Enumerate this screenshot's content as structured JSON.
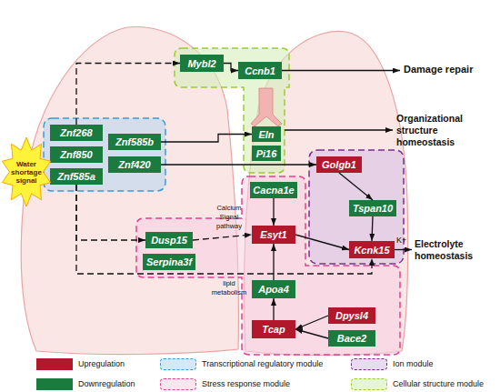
{
  "diagram": {
    "nodes": [
      {
        "text": [
          "Mybl2"
        ]
      },
      {
        "text": [
          "Ccnb1"
        ]
      },
      {
        "text": [
          "Znf268"
        ]
      },
      {
        "text": [
          "Znf850"
        ]
      },
      {
        "text": [
          "Znf585a"
        ]
      },
      {
        "text": [
          "Znf585b"
        ]
      },
      {
        "text": [
          "Znf420"
        ]
      },
      {
        "text": [
          "Water shortage signal"
        ]
      },
      {
        "text": [
          "Eln"
        ]
      },
      {
        "text": [
          "Pi16"
        ]
      },
      {
        "text": [
          "Golgb1"
        ]
      },
      {
        "text": [
          "Cacna1e"
        ]
      },
      {
        "text": [
          "Esyt1"
        ]
      },
      {
        "text": [
          "Tspan10"
        ]
      },
      {
        "text": [
          "Dusp15"
        ]
      },
      {
        "text": [
          "Serpina3f"
        ]
      },
      {
        "text": [
          "Kcnk15"
        ]
      },
      {
        "text": [
          "Apoa4"
        ]
      },
      {
        "text": [
          "Dpysl4"
        ]
      },
      {
        "text": [
          "Tcap"
        ]
      },
      {
        "text": [
          "Bace2"
        ]
      }
    ],
    "edges": [
      {
        "from": 2,
        "to": 0,
        "arrow": "to"
      },
      {
        "from": 0,
        "to": 1,
        "arrow": "to"
      },
      {
        "from": 5,
        "to": 8,
        "arrow": "to"
      },
      {
        "from": 6,
        "to": 10,
        "arrow": "to"
      },
      {
        "from": 4,
        "to": 14,
        "arrow": "to"
      },
      {
        "from": 14,
        "to": 12,
        "arrow": "to"
      },
      {
        "from": 4,
        "to": 16,
        "arrow": "to"
      },
      {
        "from": 11,
        "to": 12,
        "arrow": "to"
      },
      {
        "from": 12,
        "to": 16,
        "arrow": "to"
      },
      {
        "from": 10,
        "to": 13,
        "arrow": "to"
      },
      {
        "from": 13,
        "to": 16,
        "arrow": "to"
      },
      {
        "from": 17,
        "to": 12,
        "arrow": "to"
      },
      {
        "from": 19,
        "to": 17,
        "arrow": "to"
      },
      {
        "from": 18,
        "to": 19,
        "arrow": "to"
      },
      {
        "from": 20,
        "to": 19,
        "arrow": "to"
      }
    ],
    "labels": [
      "Damage repair",
      "Organizational structure homeostasis",
      "Electrolyte homeostasis",
      "K+",
      "Calcium Signal pathway",
      "lipid metabolism"
    ],
    "legend": [
      {
        "text": "Upregulation",
        "color": "#b2182b"
      },
      {
        "text": "Transcriptional regulatory module"
      },
      {
        "text": "Ion module"
      },
      {
        "text": "Downregulation",
        "color": "#1b7a3e"
      },
      {
        "text": "Stress response module"
      },
      {
        "text": "Cellular structure module"
      }
    ]
  }
}
